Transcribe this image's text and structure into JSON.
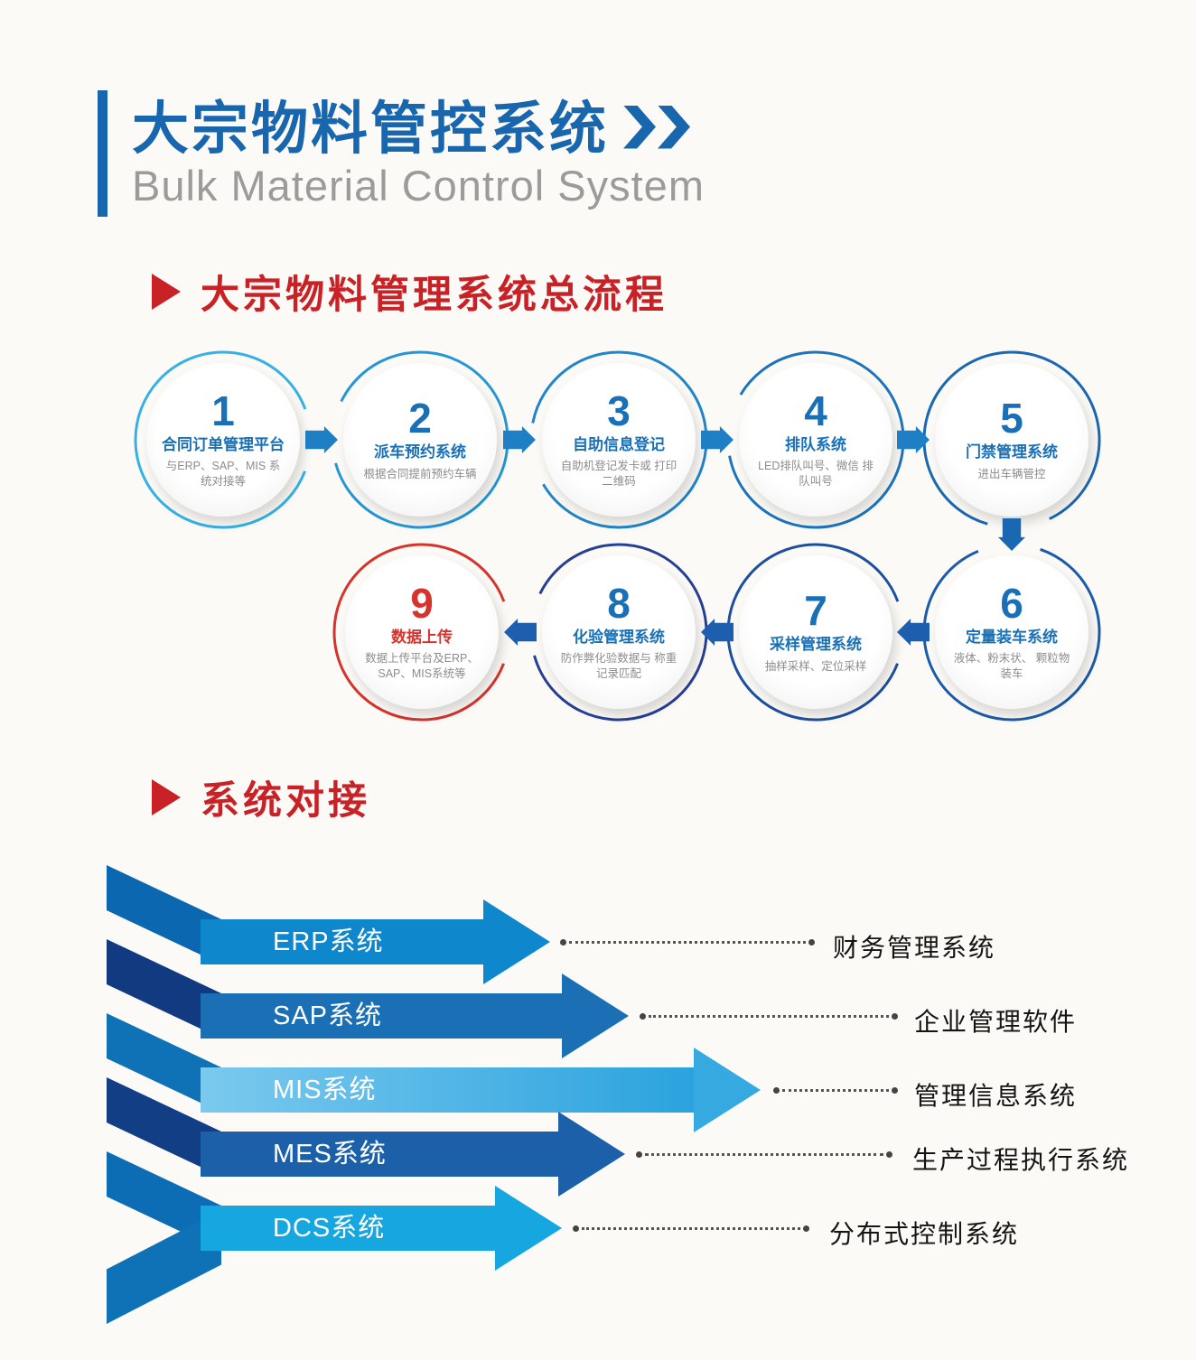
{
  "header": {
    "title": "大宗物料管控系统",
    "subtitle": "Bulk Material Control System"
  },
  "sections": {
    "flow_title": "大宗物料管理系统总流程",
    "integration_title": "系统对接"
  },
  "flow_steps": [
    {
      "num": "1",
      "title": "合同订单管理平台",
      "desc": "与ERP、SAP、MIS 系统对接等"
    },
    {
      "num": "2",
      "title": "派车预约系统",
      "desc": "根据合同提前预约车辆"
    },
    {
      "num": "3",
      "title": "自助信息登记",
      "desc": "自助机登记发卡或 打印二维码"
    },
    {
      "num": "4",
      "title": "排队系统",
      "desc": "LED排队叫号、微信 排队叫号"
    },
    {
      "num": "5",
      "title": "门禁管理系统",
      "desc": "进出车辆管控"
    },
    {
      "num": "6",
      "title": "定量装车系统",
      "desc": "液体、粉末状、 颗粒物装车"
    },
    {
      "num": "7",
      "title": "采样管理系统",
      "desc": "抽样采样、定位采样"
    },
    {
      "num": "8",
      "title": "化验管理系统",
      "desc": "防作弊化验数据与 称重记录匹配"
    },
    {
      "num": "9",
      "title": "数据上传",
      "desc": "数据上传平台及ERP、 SAP、MIS系统等"
    }
  ],
  "integration_rows": [
    {
      "label": "ERP系统",
      "target": "财务管理系统"
    },
    {
      "label": "SAP系统",
      "target": "企业管理软件"
    },
    {
      "label": "MIS系统",
      "target": "管理信息系统"
    },
    {
      "label": "MES系统",
      "target": "生产过程执行系统"
    },
    {
      "label": "DCS系统",
      "target": "分布式控制系统"
    }
  ],
  "colors": {
    "title_blue": "#1766ae",
    "section_red": "#c82126",
    "step_blue": "#1a70b6",
    "step_red": "#d6332c",
    "arrow_blue": "#1f7fc4"
  }
}
